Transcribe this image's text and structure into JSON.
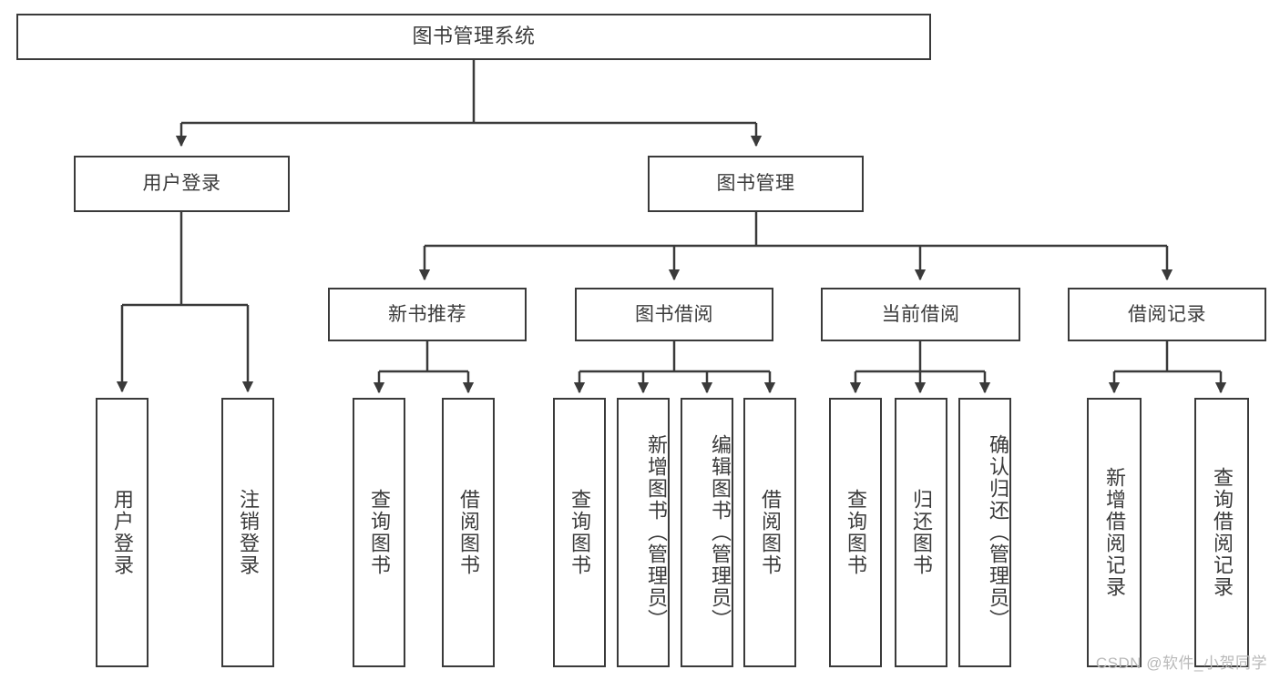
{
  "diagram": {
    "title": "图书管理系统",
    "type": "tree-hierarchy-diagram",
    "root": {
      "label": "图书管理系统"
    },
    "level2": [
      {
        "label": "用户登录"
      },
      {
        "label": "图书管理"
      }
    ],
    "level3": [
      {
        "label": "新书推荐"
      },
      {
        "label": "图书借阅"
      },
      {
        "label": "当前借阅"
      },
      {
        "label": "借阅记录"
      }
    ],
    "leaves": {
      "user_login": [
        {
          "label": "用户登录"
        },
        {
          "label": "注销登录"
        }
      ],
      "new_book": [
        {
          "label": "查询图书"
        },
        {
          "label": "借阅图书"
        }
      ],
      "book_borrow": [
        {
          "label": "查询图书"
        },
        {
          "label": "新增图书（管理员）"
        },
        {
          "label": "编辑图书（管理员）"
        },
        {
          "label": "借阅图书"
        }
      ],
      "current_borrow": [
        {
          "label": "查询图书"
        },
        {
          "label": "归还图书"
        },
        {
          "label": "确认归还（管理员）"
        }
      ],
      "borrow_record": [
        {
          "label": "新增借阅记录"
        },
        {
          "label": "查询借阅记录"
        }
      ]
    }
  },
  "watermark": {
    "text": "CSDN @软件_小贺同学"
  },
  "colors": {
    "stroke": "#3a3a3a",
    "text": "#3b3b3b",
    "background": "#ffffff",
    "watermark": "#b9b9b9"
  }
}
